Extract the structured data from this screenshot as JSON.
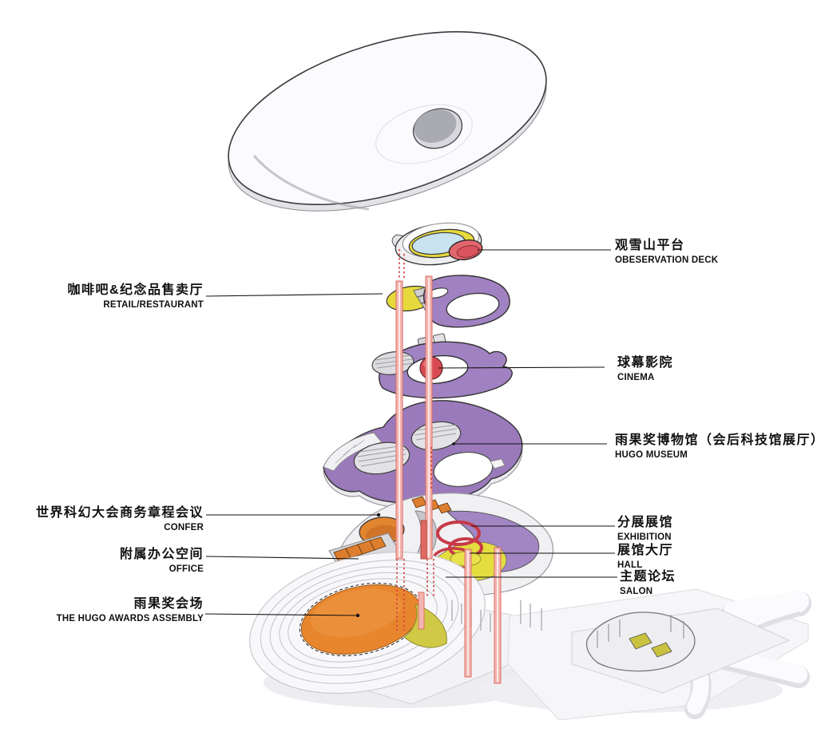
{
  "diagram": {
    "kind": "exploded-axonometric-building-diagram",
    "background": "#ffffff"
  },
  "palette": {
    "plate_purple": "#a081c1",
    "museum_purple": "#9a7abb",
    "accent_yellow": "#e5d93c",
    "hall_yellow": "#e3dd3f",
    "base_yellow_green": "#cfc945",
    "orange": "#e8862e",
    "red_sphere": "#d84a52",
    "red_pod": "#e2666e",
    "spiral_red": "#c73a48",
    "column_pink": "#f3b5af",
    "column_edge": "#dd6e65",
    "deck_blue": "#c8e2f0",
    "white_mass": "#f7f7fa",
    "gray_rim": "#d4d4d9",
    "outline": "#2f2f33",
    "leader_black": "#111111"
  },
  "labels": {
    "observation_deck": {
      "zh": "观雪山平台",
      "en": "OBESERVATION DECK"
    },
    "retail": {
      "zh": "咖啡吧&纪念品售卖厅",
      "en": "RETAIL/RESTAURANT"
    },
    "cinema": {
      "zh": "球幕影院",
      "en": "CINEMA"
    },
    "hugo_museum": {
      "zh": "雨果奖博物馆（会后科技馆展厅）",
      "en": "HUGO MUSEUM"
    },
    "confer": {
      "zh": "世界科幻大会商务章程会议",
      "en": "CONFER"
    },
    "office": {
      "zh": "附属办公空间",
      "en": "OFFICE"
    },
    "exhibition": {
      "zh": "分展展馆",
      "en": "EXHIBITION"
    },
    "hall": {
      "zh": "展馆大厅",
      "en": "HALL"
    },
    "salon": {
      "zh": "主题论坛",
      "en": "SALON"
    },
    "hugo_awards": {
      "zh": "雨果奖会场",
      "en": "THE HUGO AWARDS  ASSEMBLY"
    }
  }
}
